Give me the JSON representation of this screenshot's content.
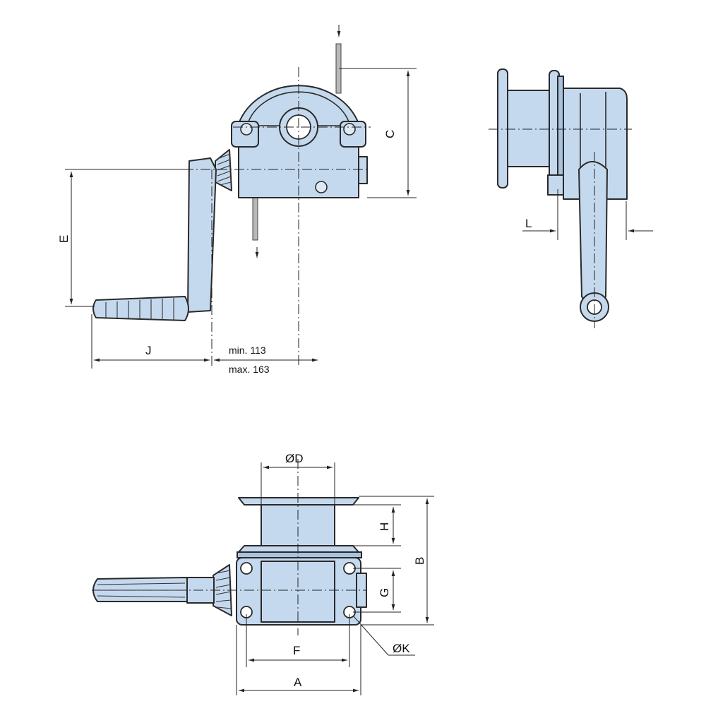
{
  "labels": {
    "C": "C",
    "E": "E",
    "J": "J",
    "min": "min. 113",
    "max": "max. 163",
    "L": "L",
    "D": "ØD",
    "H": "H",
    "B": "B",
    "G": "G",
    "F": "F",
    "K": "ØK",
    "A": "A"
  },
  "colors": {
    "body": "#c5d9ee",
    "outline": "#2a2a2a",
    "rope": "#b8b8b8"
  }
}
